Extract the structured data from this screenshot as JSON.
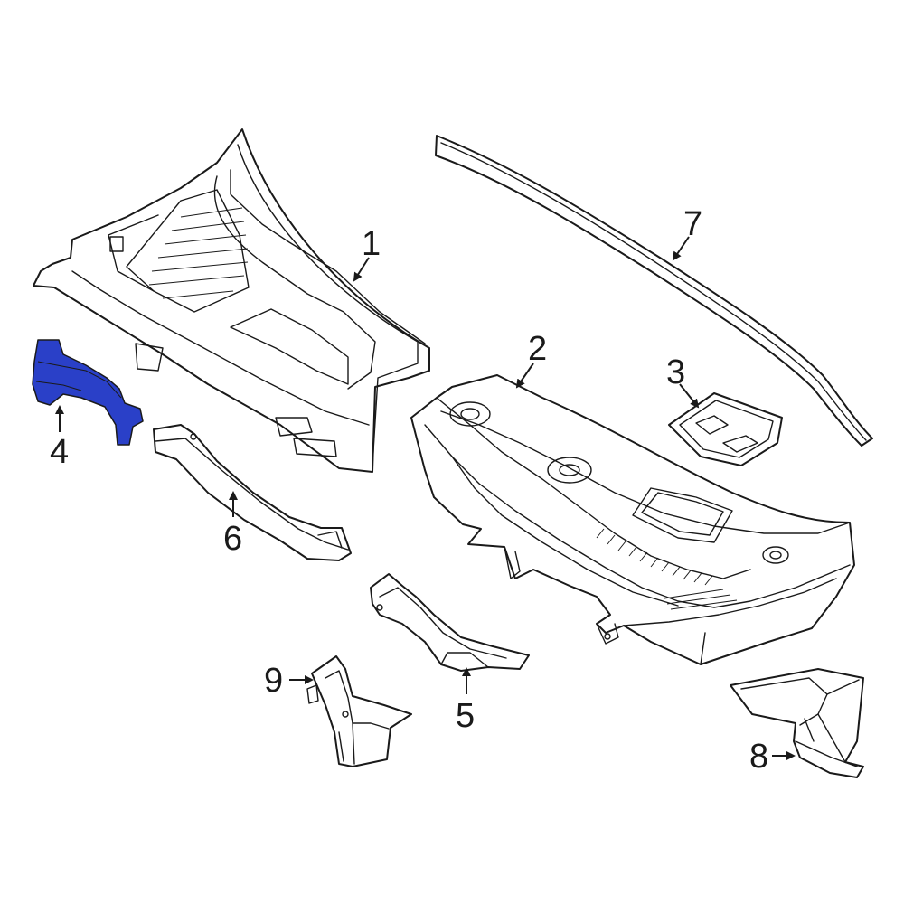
{
  "highlight_color": "#2a40c8",
  "outline_color": "#1a1a1a",
  "highlighted_part": "4",
  "callouts": {
    "c1": "1",
    "c2": "2",
    "c3": "3",
    "c4": "4",
    "c5": "5",
    "c6": "6",
    "c7": "7",
    "c8": "8",
    "c9": "9"
  }
}
